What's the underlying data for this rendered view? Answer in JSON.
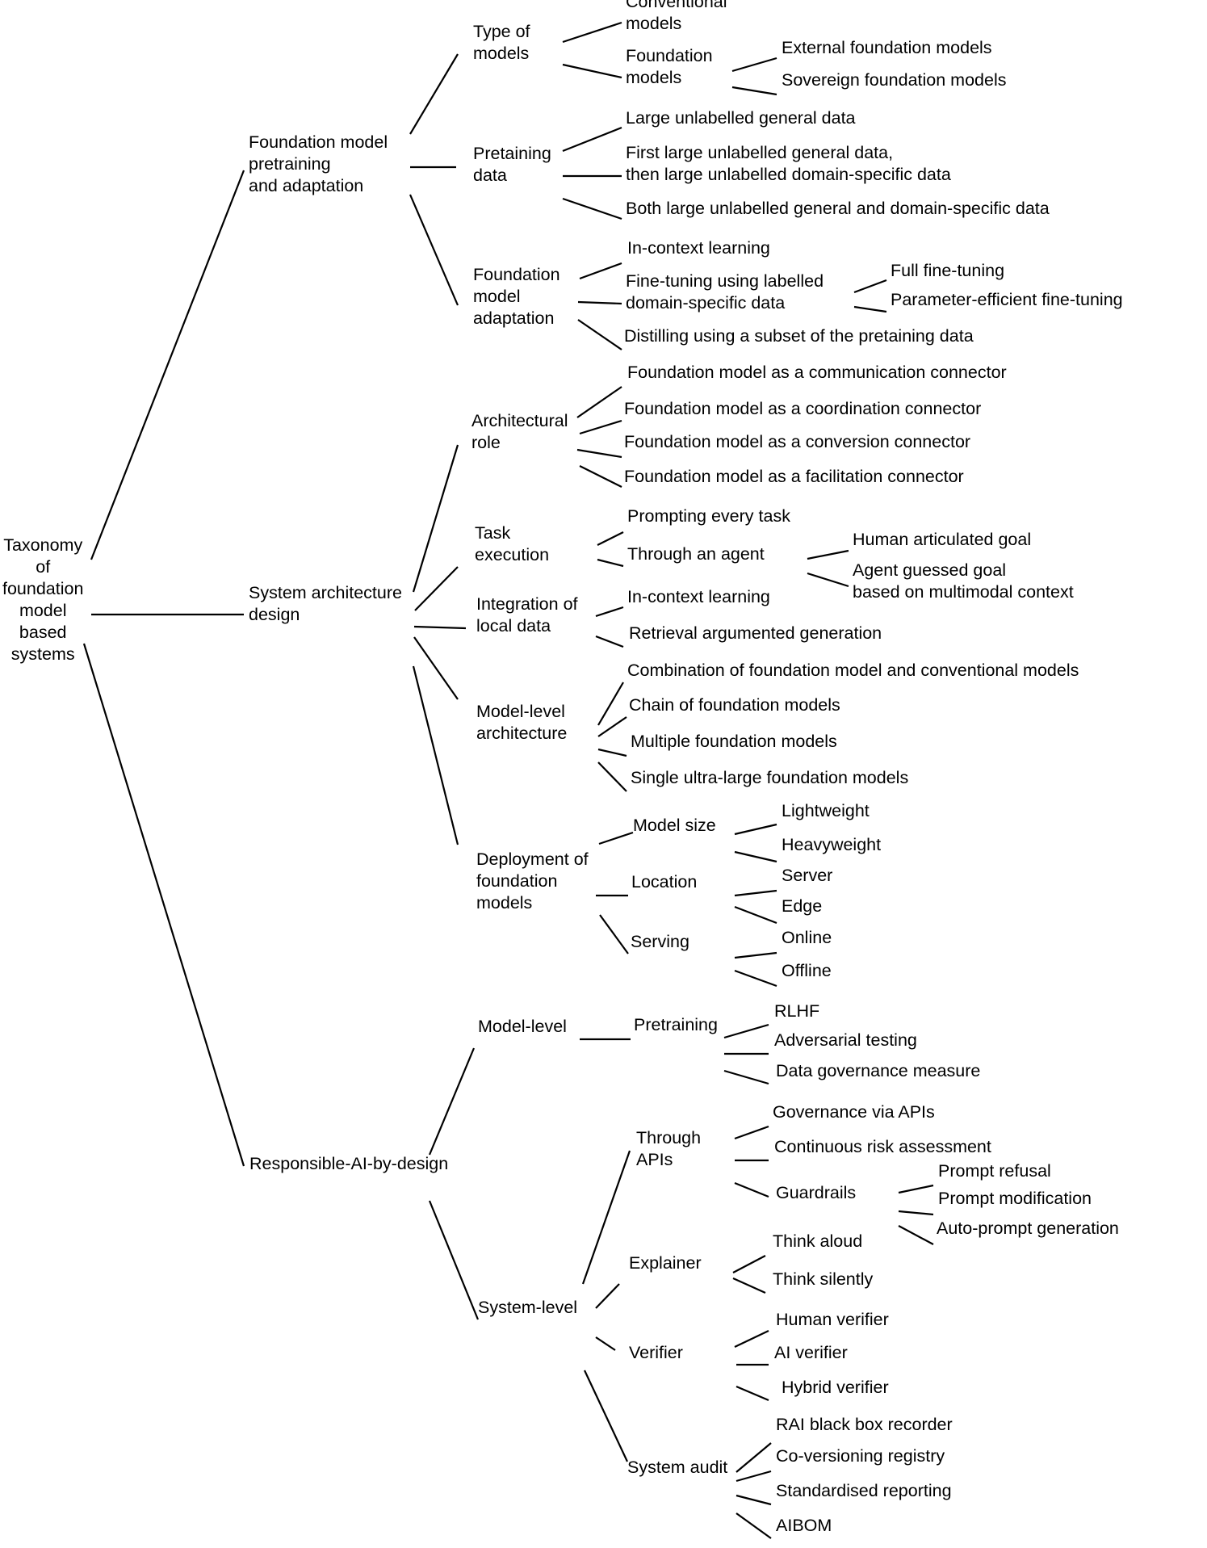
{
  "colors": {
    "background": "#ffffff",
    "text": "#000000",
    "line": "#000000"
  },
  "root": {
    "lines": [
      "Taxonomy",
      "of",
      "foundation",
      "model",
      "based",
      "systems"
    ]
  },
  "level1": {
    "pretraining_adaptation": [
      "Foundation model",
      "pretraining",
      "and adaptation"
    ],
    "system_architecture": [
      "System architecture",
      "design"
    ],
    "responsible_ai": [
      "Responsible-AI-by-design"
    ]
  },
  "pretraining_adaptation": {
    "type_of_models": {
      "label": [
        "Type of",
        "models"
      ],
      "conventional": [
        "Conventional",
        "models"
      ],
      "foundation": {
        "label": [
          "Foundation",
          "models"
        ],
        "external": "External foundation models",
        "sovereign": "Sovereign foundation models"
      }
    },
    "pretraining_data": {
      "label": [
        "Pretaining",
        "data"
      ],
      "general": "Large unlabelled general data",
      "general_then_domain": [
        "First large unlabelled general data,",
        "then large unlabelled domain-specific data"
      ],
      "both": "Both large unlabelled general and domain-specific data"
    },
    "adaptation": {
      "label": [
        "Foundation",
        "model",
        "adaptation"
      ],
      "in_context": "In-context learning",
      "fine_tuning": {
        "label": [
          "Fine-tuning using labelled",
          "domain-specific data"
        ],
        "full": "Full fine-tuning",
        "parameter_efficient": "Parameter-efficient fine-tuning"
      },
      "distilling": "Distilling using a subset of the pretaining data"
    }
  },
  "system_architecture": {
    "architectural_role": {
      "label": [
        "Architectural",
        "role"
      ],
      "communication": "Foundation model as a communication connector",
      "coordination": "Foundation model as a coordination connector",
      "conversion": "Foundation model as a conversion connector",
      "facilitation": "Foundation model as a facilitation connector"
    },
    "task_execution": {
      "label": [
        "Task",
        "execution"
      ],
      "prompting": "Prompting every task",
      "agent": {
        "label": "Through an agent",
        "human_goal": "Human articulated goal",
        "guessed_goal": [
          "Agent guessed goal",
          "based on multimodal context"
        ]
      }
    },
    "local_data": {
      "label": [
        "Integration of",
        "local data"
      ],
      "in_context": "In-context learning",
      "rag": "Retrieval argumented generation"
    },
    "model_level": {
      "label": [
        "Model-level",
        "architecture"
      ],
      "combination": "Combination of foundation model and conventional models",
      "chain": "Chain of foundation models",
      "multiple": "Multiple foundation models",
      "single": "Single ultra-large foundation models"
    },
    "deployment": {
      "label": [
        "Deployment of",
        "foundation",
        "models"
      ],
      "model_size": {
        "label": "Model size",
        "lightweight": "Lightweight",
        "heavyweight": "Heavyweight"
      },
      "location": {
        "label": "Location",
        "server": "Server",
        "edge": "Edge"
      },
      "serving": {
        "label": "Serving",
        "online": "Online",
        "offline": "Offline"
      }
    }
  },
  "responsible_ai": {
    "model_level": {
      "label": "Model-level",
      "pretraining": {
        "label": "Pretraining",
        "rlhf": "RLHF",
        "adversarial": "Adversarial testing",
        "data_governance": "Data governance measure"
      }
    },
    "system_level": {
      "label": "System-level",
      "apis": {
        "label": [
          "Through",
          "APIs"
        ],
        "governance": "Governance via APIs",
        "risk": "Continuous risk assessment",
        "guardrails": {
          "label": "Guardrails",
          "refusal": "Prompt refusal",
          "modification": "Prompt modification",
          "auto_prompt": "Auto-prompt generation"
        }
      },
      "explainer": {
        "label": "Explainer",
        "aloud": "Think aloud",
        "silently": "Think silently"
      },
      "verifier": {
        "label": "Verifier",
        "human": "Human verifier",
        "ai": "AI verifier",
        "hybrid": "Hybrid verifier"
      },
      "audit": {
        "label": "System audit",
        "black_box": "RAI black box recorder",
        "co_versioning": "Co-versioning registry",
        "reporting": "Standardised reporting",
        "aibom": "AIBOM"
      }
    }
  }
}
